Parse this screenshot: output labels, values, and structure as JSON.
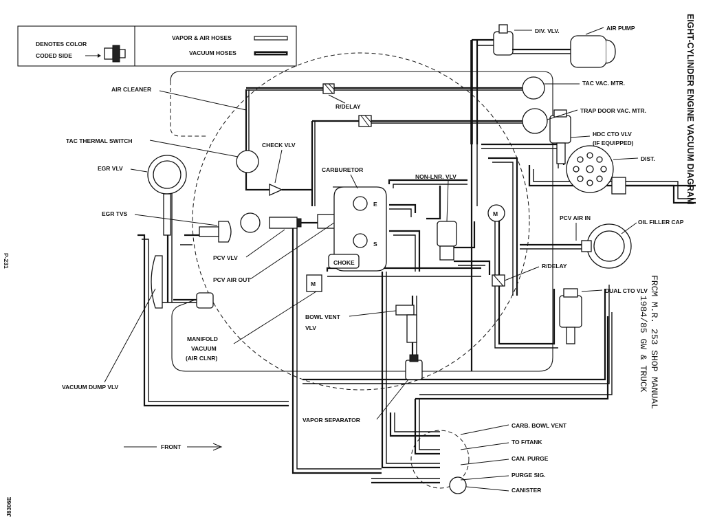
{
  "title": "EIGHT-CYLINDER ENGINE VACUUM DIAGRAM",
  "source": [
    "FRCM M.R. 253 SHOP MANUAL",
    "1984/85 GW & TRUCK"
  ],
  "figure_id": "J8306E",
  "page_mark": "P-231",
  "legend": {
    "color_coded": [
      "DENOTES COLOR",
      "CODED SIDE"
    ],
    "vapor_air": "VAPOR & AIR HOSES",
    "vacuum": "VACUUM HOSES"
  },
  "front": "FRONT",
  "labels": {
    "div_vlv": "DIV. VLV.",
    "air_pump": "AIR PUMP",
    "air_cleaner": "AIR CLEANER",
    "tac_vac_mtr": "TAC VAC. MTR.",
    "r_delay_top": "R/DELAY",
    "trap_door": "TRAP DOOR VAC. MTR.",
    "hdc_cto_1": "HDC CTO VLV",
    "hdc_cto_2": "(IF EQUIPPED)",
    "tac_thermal": "TAC THERMAL SWITCH",
    "check_vlv": "CHECK VLV",
    "dist": "DIST.",
    "egr_vlv": "EGR VLV",
    "carburetor": "CARBURETOR",
    "non_lnr": "NON-LNR. VLV",
    "egr_tvs": "EGR TVS",
    "pcv_air_in": "PCV AIR IN",
    "oil_filler": "OIL FILLER CAP",
    "pcv_vlv": "PCV VLV",
    "choke": "CHOKE",
    "pcv_air_out": "PCV AIR OUT",
    "r_delay_right": "R/DELAY",
    "dual_cto": "DUAL CTO VLV",
    "bowl_vent_1": "BOWL VENT",
    "bowl_vent_2": "VLV",
    "manifold_1": "MANIFOLD",
    "manifold_2": "VACUUM",
    "manifold_3": "(AIR CLNR)",
    "vacuum_dump": "VACUUM DUMP VLV",
    "vapor_sep": "VAPOR SEPARATOR",
    "carb_bowl_vent": "CARB. BOWL VENT",
    "to_ftank": "TO F/TANK",
    "can_purge": "CAN. PURGE",
    "purge_sig": "PURGE SIG.",
    "canister": "CANISTER",
    "m1": "M",
    "m2": "M",
    "e": "E",
    "s": "S"
  }
}
